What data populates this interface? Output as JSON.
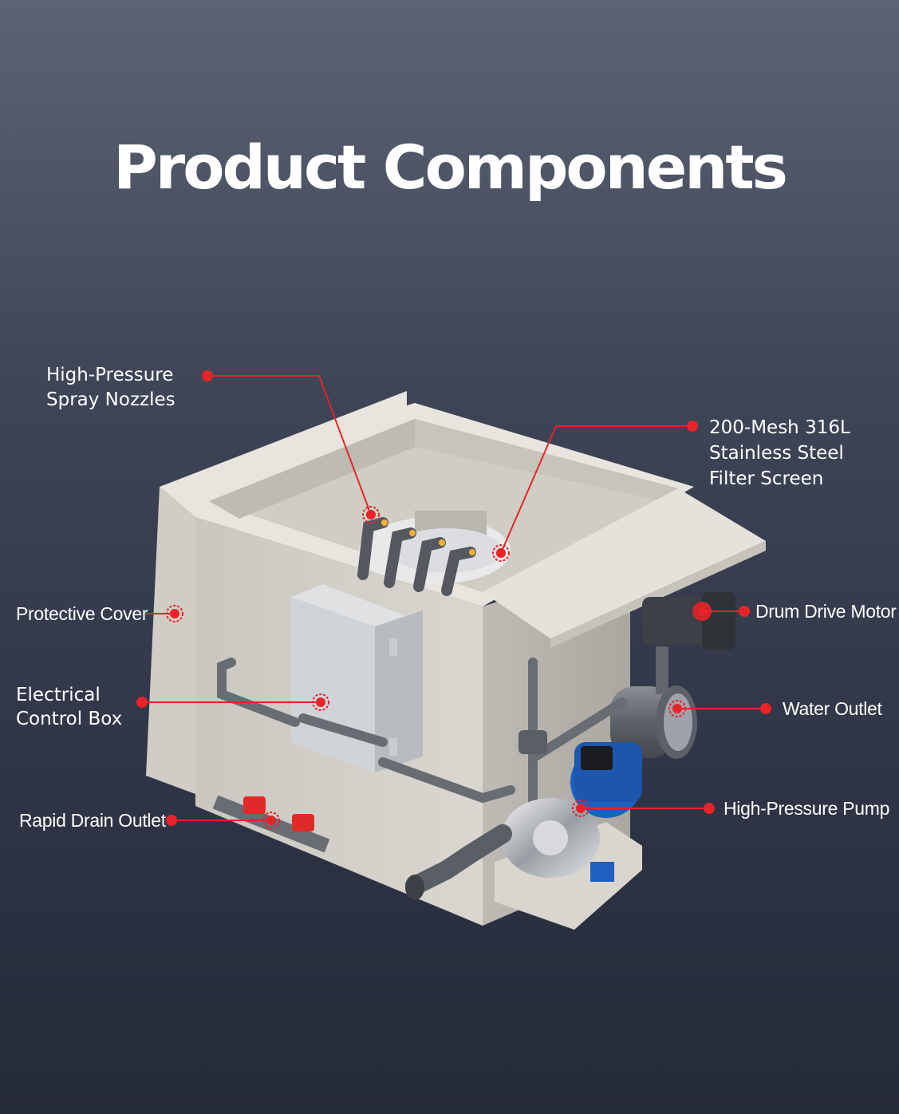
{
  "title": "Product Components",
  "colors": {
    "accent": "#e8232a",
    "text": "#ffffff",
    "background_top": "#5d6373",
    "background_bottom": "#252a38",
    "tank_body": "#d6d4cc",
    "pipe": "#6b6f76",
    "valve": "#e32b2b",
    "pump": "#1f5fbf"
  },
  "components": [
    {
      "id": "spray-nozzles",
      "lines": [
        "High-Pressure",
        "Spray Nozzles"
      ]
    },
    {
      "id": "filter-screen",
      "lines": [
        "200-Mesh 316L",
        "Stainless Steel",
        "Filter Screen"
      ]
    },
    {
      "id": "protective-cover",
      "lines": [
        "Protective Cover"
      ]
    },
    {
      "id": "drum-drive-motor",
      "lines": [
        "Drum Drive Motor"
      ]
    },
    {
      "id": "electrical-control-box",
      "lines": [
        "Electrical",
        "Control Box"
      ]
    },
    {
      "id": "water-outlet",
      "lines": [
        "Water Outlet"
      ]
    },
    {
      "id": "high-pressure-pump",
      "lines": [
        "High-Pressure Pump"
      ]
    },
    {
      "id": "rapid-drain-outlet",
      "lines": [
        "Rapid Drain Outlet"
      ]
    }
  ]
}
